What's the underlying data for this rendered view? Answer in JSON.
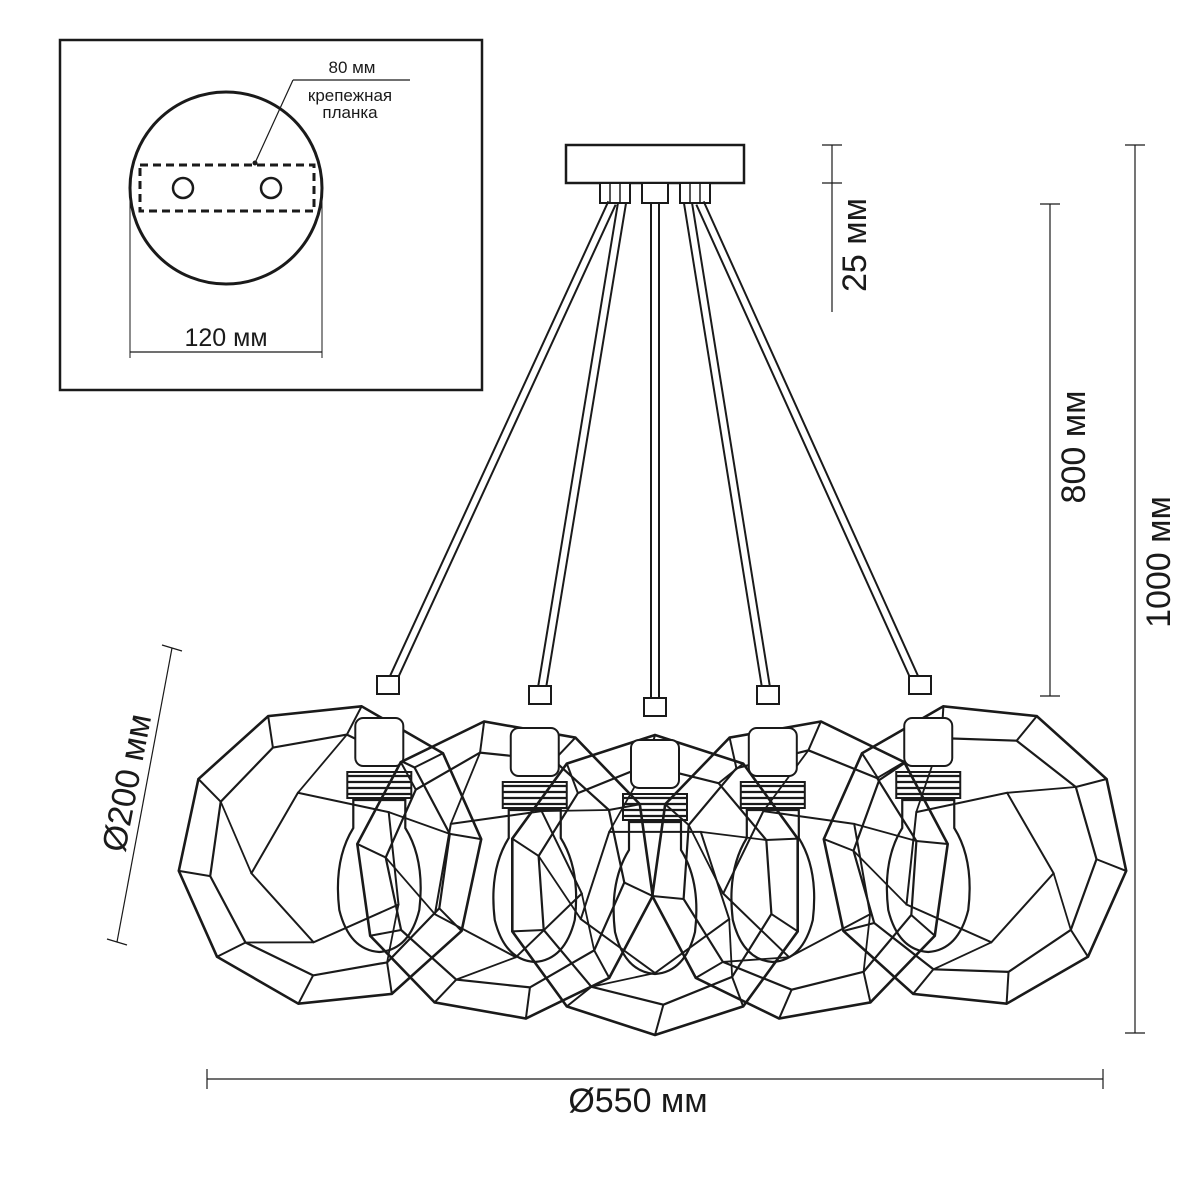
{
  "inset": {
    "plate_width_label": "80 мм",
    "plate_name_line1": "крепежная",
    "plate_name_line2": "планка",
    "canopy_diameter_label": "120 мм"
  },
  "dimensions": {
    "canopy_height": "25 мм",
    "drop_length": "800 мм",
    "total_height": "1000 мм",
    "shade_diameter": "Ø200 мм",
    "overall_diameter": "Ø550 мм"
  },
  "fixture": {
    "shade_count": 5,
    "colors": {
      "line": "#1a1a1a",
      "background": "#ffffff"
    }
  }
}
